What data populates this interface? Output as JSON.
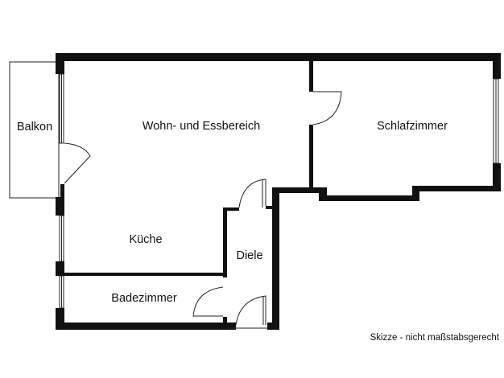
{
  "rooms": {
    "balcony": "Balkon",
    "living": "Wohn- und Essbereich",
    "bedroom": "Schlafzimmer",
    "kitchen": "Küche",
    "hall": "Diele",
    "bathroom": "Badezimmer"
  },
  "note": "Skizze - nicht maßstabsgerecht",
  "colors": {
    "wall": "#111111",
    "line": "#222222",
    "background": "#ffffff"
  }
}
